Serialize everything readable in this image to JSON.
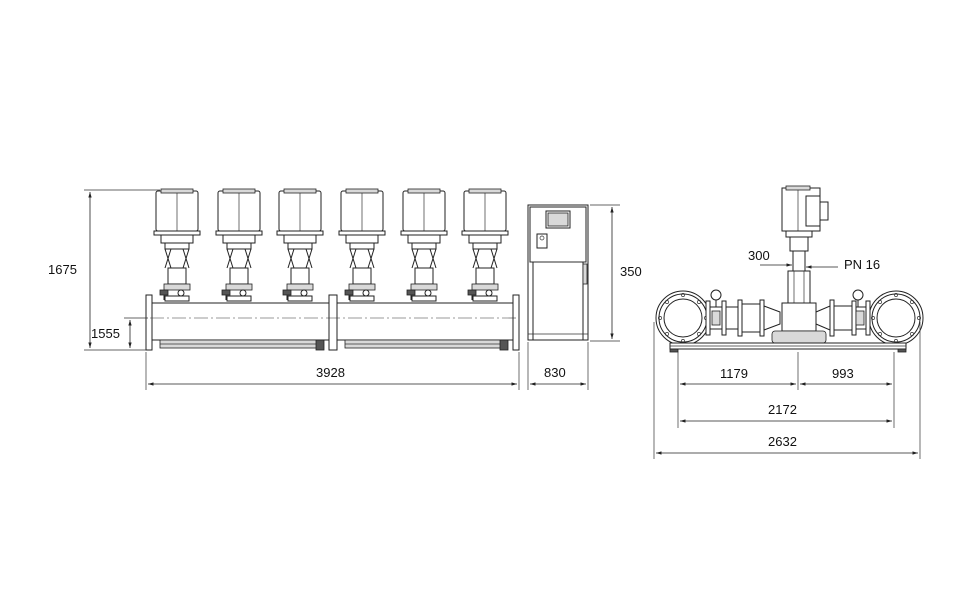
{
  "drawing": {
    "front_view": {
      "pump_count": 6,
      "dimensions": {
        "overall_height": "1675",
        "manifold_height": "1555",
        "overall_length": "3928",
        "cabinet_width": "830",
        "cabinet_height": "350"
      }
    },
    "side_view": {
      "dimensions": {
        "motor_offset": "300",
        "pressure_rating": "PN 16",
        "left_span": "1179",
        "right_span": "993",
        "inner_width": "2172",
        "overall_width": "2632"
      }
    }
  }
}
